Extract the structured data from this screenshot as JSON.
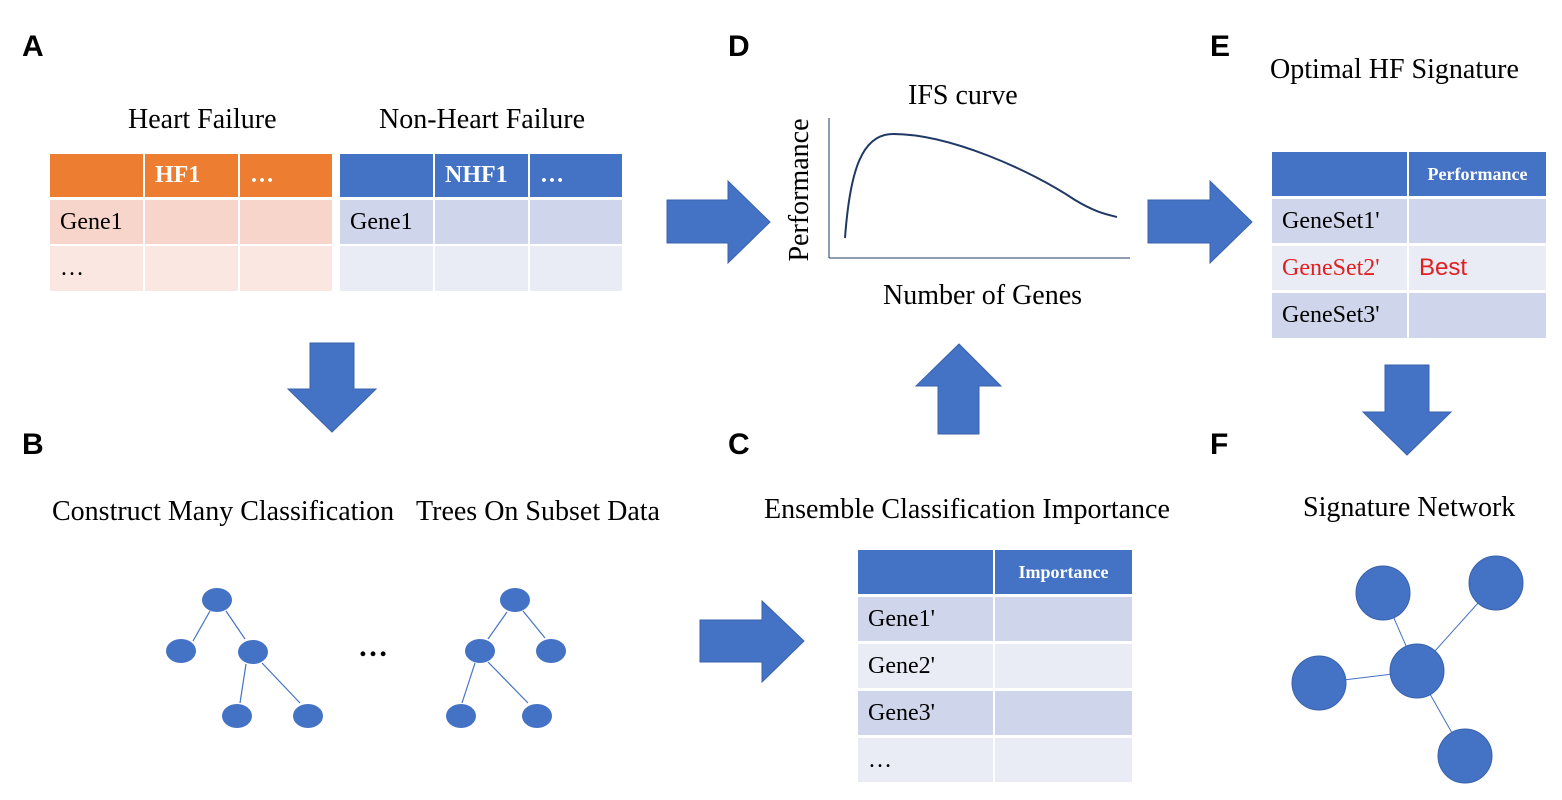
{
  "panels": {
    "a": {
      "letter": "A",
      "hf_title": "Heart Failure",
      "nhf_title": "Non-Heart Failure",
      "hf_headers": [
        "",
        "HF1",
        "…"
      ],
      "nhf_headers": [
        "",
        "NHF1",
        "…"
      ],
      "hf_rows": [
        [
          "Gene1",
          "",
          ""
        ],
        [
          "…",
          "",
          ""
        ]
      ],
      "nhf_rows": [
        [
          "Gene1",
          "",
          ""
        ],
        [
          "",
          "",
          ""
        ]
      ]
    },
    "b": {
      "letter": "B",
      "title_part1": "Construct Many Classification",
      "title_part2": "Trees On Subset Data",
      "ellipsis": "…"
    },
    "c": {
      "letter": "C",
      "title": "Ensemble Classification Importance",
      "headers": [
        "",
        "Importance"
      ],
      "rows": [
        [
          "Gene1'",
          ""
        ],
        [
          "Gene2'",
          ""
        ],
        [
          "Gene3'",
          ""
        ],
        [
          "…",
          ""
        ]
      ]
    },
    "d": {
      "letter": "D",
      "curve_title": "IFS curve",
      "ylabel": "Performance",
      "xlabel": "Number of Genes"
    },
    "e": {
      "letter": "E",
      "title": "Optimal HF Signature",
      "headers": [
        "",
        "Performance"
      ],
      "rows": [
        [
          "GeneSet1'",
          ""
        ],
        [
          "GeneSet2'",
          "Best"
        ],
        [
          "GeneSet3'",
          ""
        ]
      ]
    },
    "f": {
      "letter": "F",
      "title": "Signature Network"
    }
  },
  "colors": {
    "orange": "#ed7d31",
    "orange_light1": "#f8d5cb",
    "orange_light2": "#fbe7e2",
    "blue": "#4472c4",
    "blue_light1": "#cfd5ea",
    "blue_light2": "#e9ebf5",
    "highlight_red": "#e02020",
    "curve": "#1f3864"
  }
}
